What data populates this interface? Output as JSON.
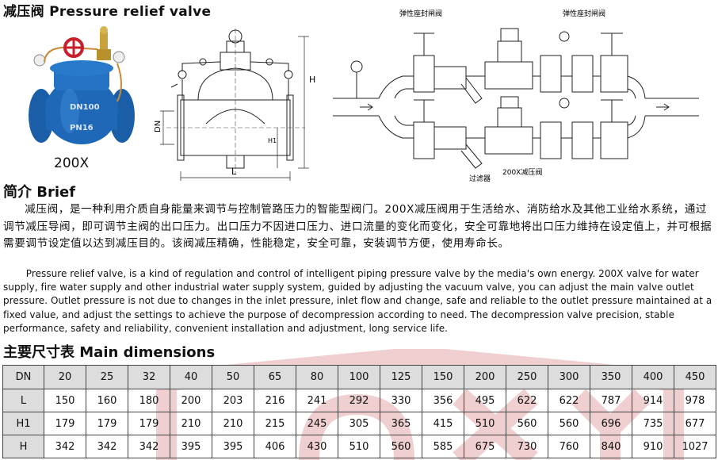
{
  "header": {
    "title": "减压阀 Pressure relief valve"
  },
  "product": {
    "model": "200X",
    "body_label": "DN100",
    "body_label2": "PN16"
  },
  "diagrams": {
    "dim_labels": {
      "height": "H",
      "height1": "H1",
      "nominal_diameter": "DN",
      "length": "L"
    },
    "installation": {
      "gate_valve_label_left": "弹性座封闸阀",
      "gate_valve_label_right": "弹性座封闸阀",
      "filter_label": "过滤器",
      "valve_label": "200X减压阀"
    }
  },
  "brief": {
    "heading": "简介 Brief",
    "cn": "减压阀，是一种利用介质自身能量来调节与控制管路压力的智能型阀门。200X减压阀用于生活给水、消防给水及其他工业给水系统，通过调节减压导阀，即可调节主阀的出口压力。出口压力不因进口压力、进口流量的变化而变化，安全可靠地将出口压力维持在设定值上，并可根据需要调节设定值以达到减压目的。该阀减压精确，性能稳定，安全可靠，安装调节方便，使用寿命长。",
    "en": "Pressure relief valve, is a kind of regulation and control of intelligent piping pressure valve by the media's own energy. 200X valve for water supply, fire water supply and other industrial water supply system, guided by adjusting the vacuum valve, you can adjust the main valve outlet pressure. Outlet pressure is not due to changes in the inlet pressure, inlet flow and change, safe and reliable to the outlet pressure maintained at a fixed value, and adjust the settings to achieve the purpose of decompression according to need. The decompression valve precision, stable performance, safety and reliability, convenient installation and adjustment, long service life."
  },
  "dimensions": {
    "heading": "主要尺寸表 Main dimensions",
    "rows": [
      {
        "label": "DN",
        "values": [
          "20",
          "25",
          "32",
          "40",
          "50",
          "65",
          "80",
          "100",
          "125",
          "150",
          "200",
          "250",
          "300",
          "350",
          "400",
          "450"
        ]
      },
      {
        "label": "L",
        "values": [
          "150",
          "160",
          "180",
          "200",
          "203",
          "216",
          "241",
          "292",
          "330",
          "356",
          "495",
          "622",
          "622",
          "787",
          "914",
          "978"
        ]
      },
      {
        "label": "H1",
        "values": [
          "179",
          "179",
          "179",
          "210",
          "210",
          "215",
          "245",
          "305",
          "365",
          "415",
          "510",
          "560",
          "560",
          "696",
          "735",
          "677"
        ]
      },
      {
        "label": "H",
        "values": [
          "342",
          "342",
          "342",
          "395",
          "395",
          "406",
          "430",
          "510",
          "560",
          "585",
          "675",
          "730",
          "760",
          "840",
          "910",
          "1027"
        ]
      }
    ]
  },
  "colors": {
    "watermark": "#e3a8a8",
    "valve_body": "#1f68b8",
    "handwheel": "#c8202a",
    "brass": "#c9a23c"
  }
}
